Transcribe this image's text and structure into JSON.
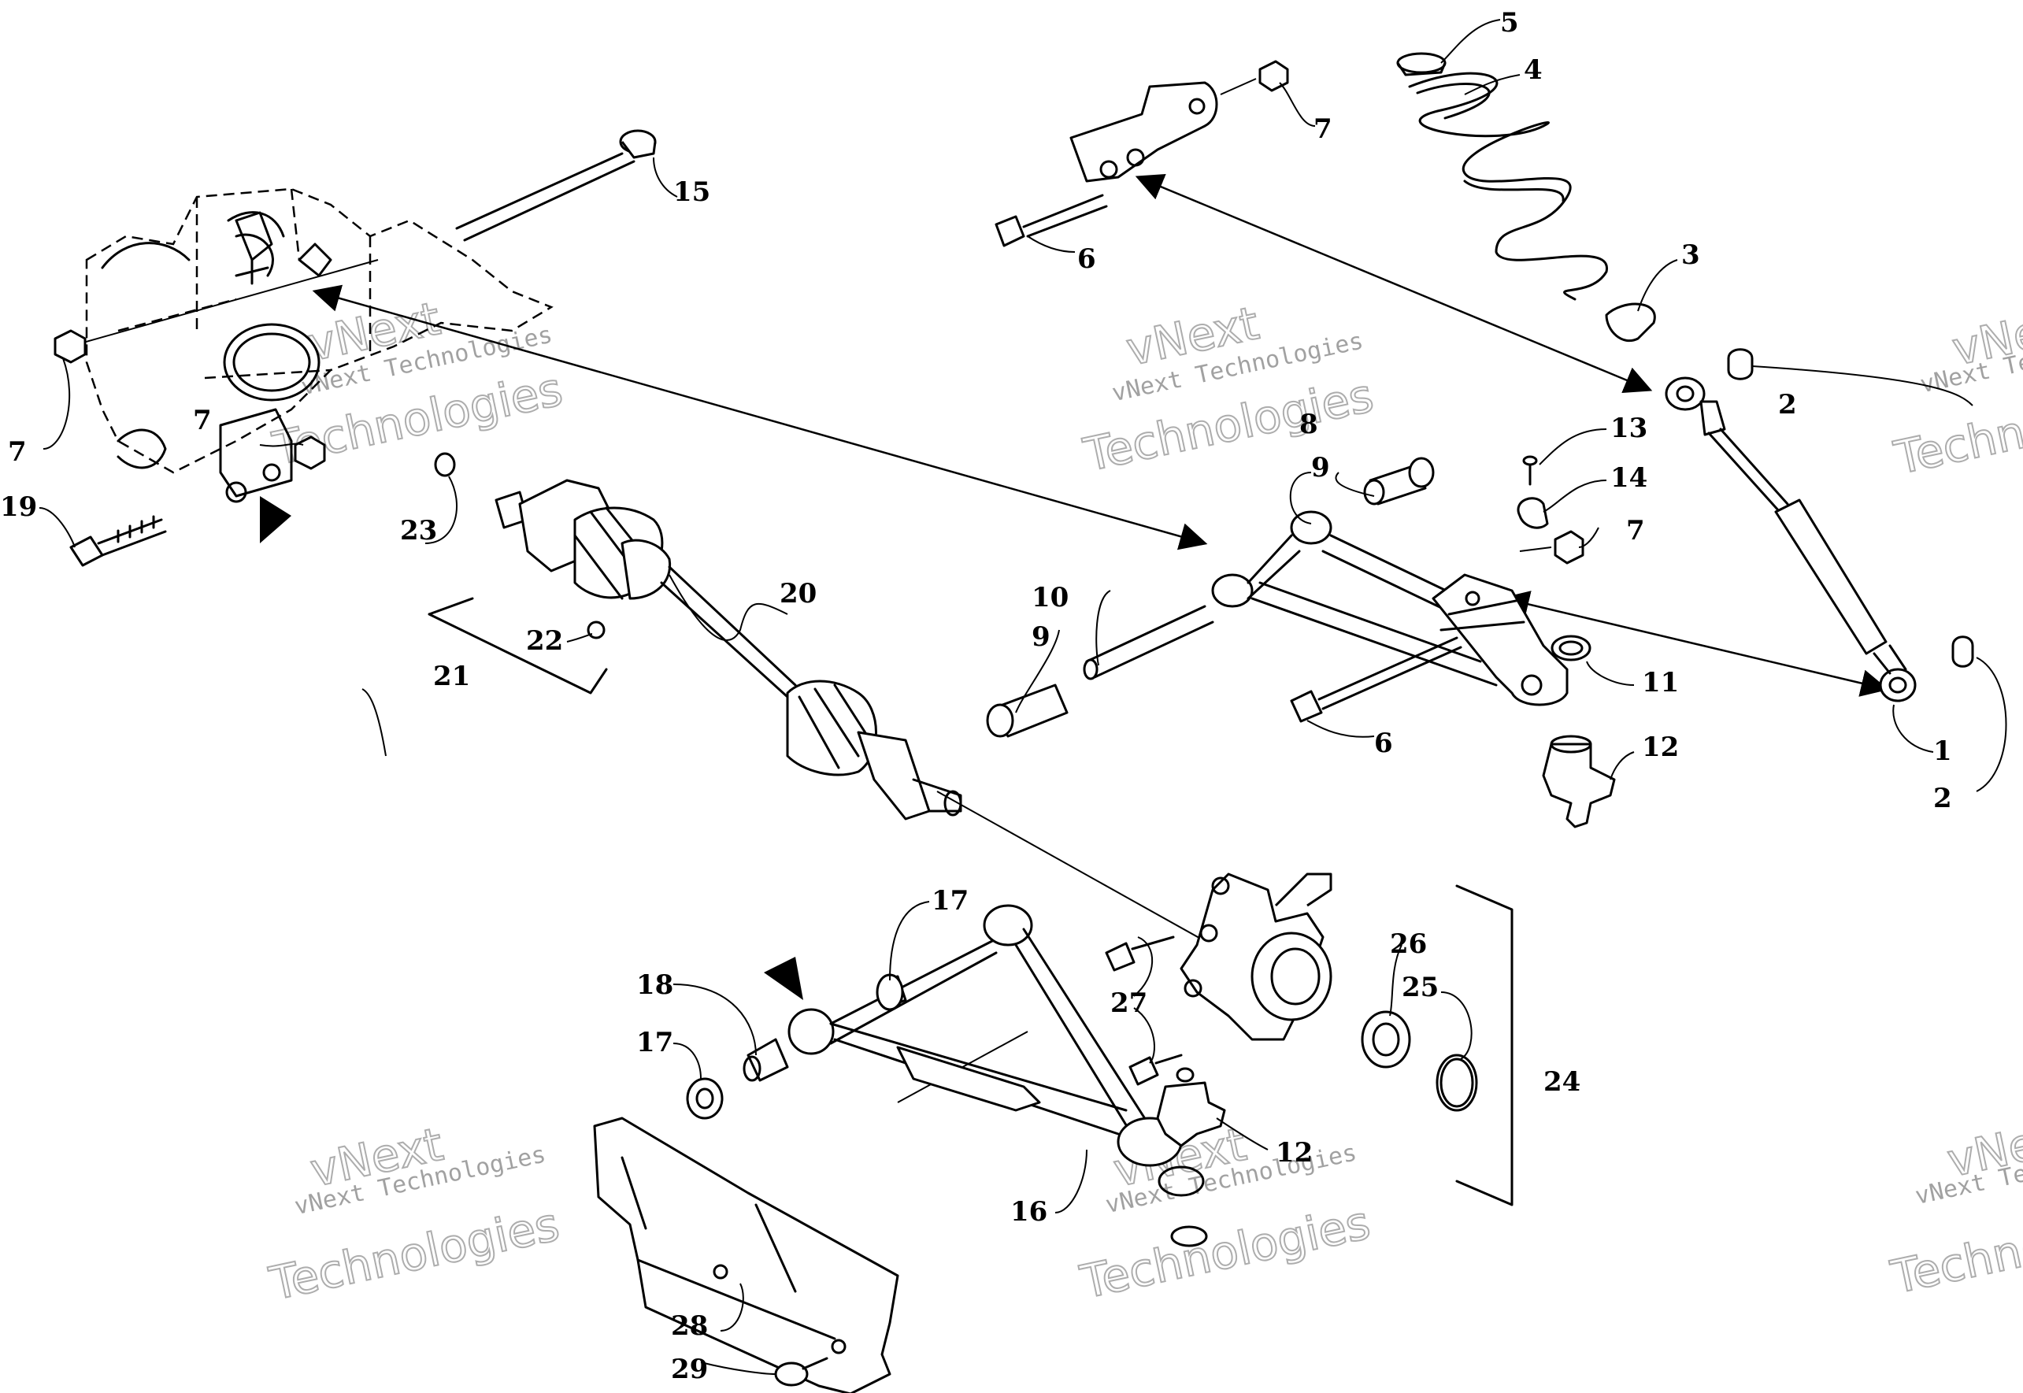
{
  "watermark": {
    "brand": "vNext",
    "line": "vNext Technologies",
    "big": "Technologies"
  },
  "callouts": [
    "1",
    "2",
    "3",
    "4",
    "5",
    "6",
    "7",
    "8",
    "9",
    "10",
    "11",
    "12",
    "13",
    "14",
    "15",
    "16",
    "17",
    "18",
    "19",
    "20",
    "21",
    "22",
    "23",
    "24",
    "25",
    "26",
    "27",
    "28",
    "29"
  ]
}
